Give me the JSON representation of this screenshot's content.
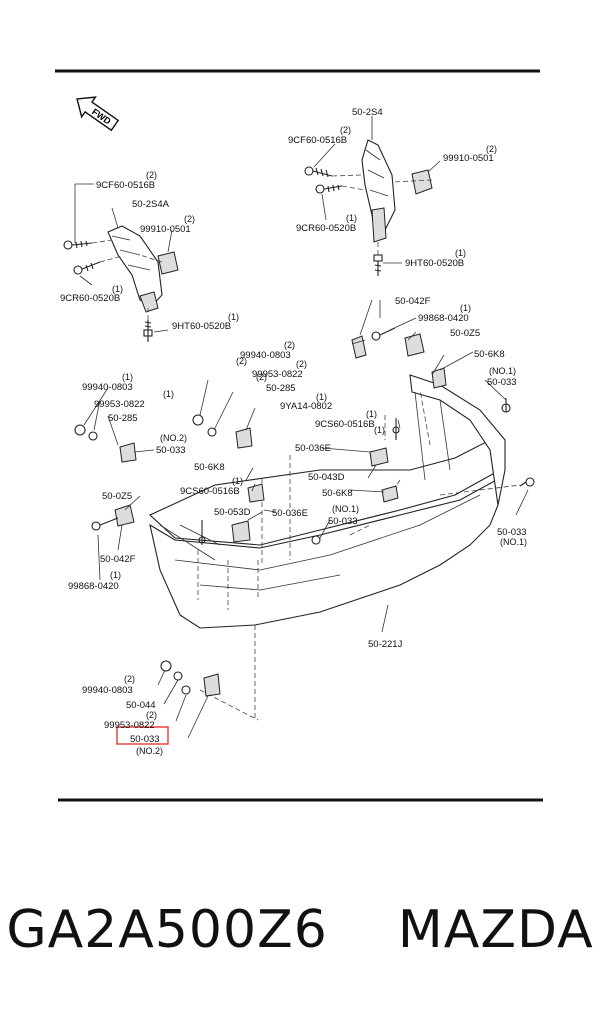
{
  "footer": {
    "title": "GA2A500Z6    MAZDA"
  },
  "diagram": {
    "direction_label": "FWD",
    "highlight_color": "#e53935",
    "labels": [
      {
        "id": "l1",
        "text": "50-2S4"
      },
      {
        "id": "l2",
        "text": "9CF60-0516B"
      },
      {
        "id": "l3",
        "text": "99910-0501"
      },
      {
        "id": "l4",
        "text": "9CR60-0520B"
      },
      {
        "id": "l5",
        "text": "9HT60-0520B"
      },
      {
        "id": "l6",
        "text": "9CF60-0516B"
      },
      {
        "id": "l7",
        "text": "50-2S4A"
      },
      {
        "id": "l8",
        "text": "99910-0501"
      },
      {
        "id": "l9",
        "text": "9CR60-0520B"
      },
      {
        "id": "l10",
        "text": "9HT60-0520B"
      },
      {
        "id": "l11",
        "text": "50-042F"
      },
      {
        "id": "l12",
        "text": "99868-0420"
      },
      {
        "id": "l13",
        "text": "50-0Z5"
      },
      {
        "id": "l14",
        "text": "50-6K8"
      },
      {
        "id": "l15",
        "text": "50-033"
      },
      {
        "id": "l16",
        "text": "99940-0803"
      },
      {
        "id": "l17",
        "text": "99953-0822"
      },
      {
        "id": "l18",
        "text": "50-285"
      },
      {
        "id": "l19",
        "text": "9YA14-0802"
      },
      {
        "id": "l20",
        "text": "9CS60-0516B"
      },
      {
        "id": "l21",
        "text": "99940-0803"
      },
      {
        "id": "l22",
        "text": "99953-0822"
      },
      {
        "id": "l23",
        "text": "50-285"
      },
      {
        "id": "l24",
        "text": "50-033"
      },
      {
        "id": "l25",
        "text": "50-036E"
      },
      {
        "id": "l26",
        "text": "50-043D"
      },
      {
        "id": "l27",
        "text": "50-6K8"
      },
      {
        "id": "l28",
        "text": "50-6K8"
      },
      {
        "id": "l29",
        "text": "9CS60-0516B"
      },
      {
        "id": "l30",
        "text": "50-0Z5"
      },
      {
        "id": "l31",
        "text": "50-053D"
      },
      {
        "id": "l32",
        "text": "50-036E"
      },
      {
        "id": "l33",
        "text": "50-033"
      },
      {
        "id": "l34",
        "text": "50-042F"
      },
      {
        "id": "l35",
        "text": "99868-0420"
      },
      {
        "id": "l36",
        "text": "50-033"
      },
      {
        "id": "l37",
        "text": "50-221J"
      },
      {
        "id": "l38",
        "text": "99940-0803"
      },
      {
        "id": "l39",
        "text": "50-044"
      },
      {
        "id": "l40",
        "text": "99953-0822"
      },
      {
        "id": "l41",
        "text": "50-033"
      }
    ],
    "quantities": [
      {
        "id": "q1",
        "text": "(2)"
      },
      {
        "id": "q2",
        "text": "(2)"
      },
      {
        "id": "q3",
        "text": "(1)"
      },
      {
        "id": "q4",
        "text": "(1)"
      },
      {
        "id": "q5",
        "text": "(2)"
      },
      {
        "id": "q6",
        "text": "(2)"
      },
      {
        "id": "q7",
        "text": "(1)"
      },
      {
        "id": "q8",
        "text": "(1)"
      },
      {
        "id": "q9",
        "text": "(1)"
      },
      {
        "id": "q10",
        "text": "(NO.1)"
      },
      {
        "id": "q11",
        "text": "(2)"
      },
      {
        "id": "q12",
        "text": "(2)"
      },
      {
        "id": "q13",
        "text": "(1)"
      },
      {
        "id": "q14",
        "text": "(1)"
      },
      {
        "id": "q15",
        "text": "(NO.2)"
      },
      {
        "id": "q16",
        "text": "(1)"
      },
      {
        "id": "q17",
        "text": "(1)"
      },
      {
        "id": "q18",
        "text": "(NO.1)"
      },
      {
        "id": "q19",
        "text": "(1)"
      },
      {
        "id": "q20",
        "text": "(1)"
      },
      {
        "id": "q21",
        "text": "(NO.1)"
      },
      {
        "id": "q22",
        "text": "(2)"
      },
      {
        "id": "q23",
        "text": "(2)"
      },
      {
        "id": "q24",
        "text": "(NO.2)"
      },
      {
        "id": "q25",
        "text": "(1)"
      },
      {
        "id": "q26",
        "text": "(2)"
      },
      {
        "id": "q27",
        "text": "(2)"
      }
    ]
  }
}
